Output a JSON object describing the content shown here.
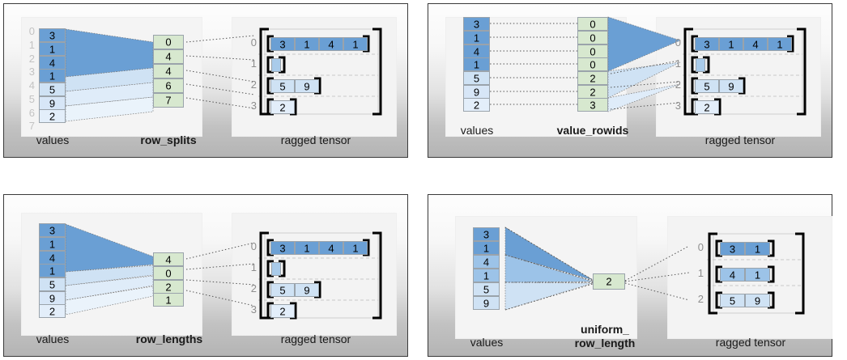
{
  "meta": {
    "title": "RaggedTensor encodings",
    "colors": {
      "blue_dark": "#6a9fd4",
      "blue_mid": "#9cc3e8",
      "blue_light": "#cfe2f4",
      "blue_lightest": "#e3eefa",
      "green_cell": "#d7e8cf",
      "cell_border": "#9aa3ab",
      "panel_border": "#3a3a3a",
      "index_gray": "#c3c3c3",
      "row_index_gray": "#8e8e8e"
    }
  },
  "panels": [
    {
      "id": "row-splits",
      "values_label": "values",
      "encoding_label": "row_splits",
      "encoding_label_bold": true,
      "tensor_label": "ragged tensor",
      "values": [
        3,
        1,
        4,
        1,
        5,
        9,
        2
      ],
      "value_indices": [
        "0",
        "1",
        "2",
        "3",
        "4",
        "5",
        "6",
        "7"
      ],
      "show_value_indices": true,
      "encoding_values": [
        "0",
        "4",
        "4",
        "6",
        "7"
      ],
      "ragged_row_indices": [
        "0",
        "1",
        "2",
        "3"
      ],
      "ragged_rows": [
        [
          3,
          1,
          4,
          1
        ],
        [],
        [
          5,
          9
        ],
        [
          2
        ]
      ]
    },
    {
      "id": "value-rowids",
      "values_label": "values",
      "encoding_label": "value_rowids",
      "encoding_label_bold": true,
      "tensor_label": "ragged tensor",
      "values": [
        3,
        1,
        4,
        1,
        5,
        9,
        2
      ],
      "value_indices": [],
      "show_value_indices": false,
      "encoding_values": [
        "0",
        "0",
        "0",
        "0",
        "2",
        "2",
        "3"
      ],
      "ragged_row_indices": [
        "0",
        "1",
        "2",
        "3"
      ],
      "ragged_rows": [
        [
          3,
          1,
          4,
          1
        ],
        [],
        [
          5,
          9
        ],
        [
          2
        ]
      ]
    },
    {
      "id": "row-lengths",
      "values_label": "values",
      "encoding_label": "row_lengths",
      "encoding_label_bold": true,
      "tensor_label": "ragged tensor",
      "values": [
        3,
        1,
        4,
        1,
        5,
        9,
        2
      ],
      "value_indices": [],
      "show_value_indices": false,
      "encoding_values": [
        "4",
        "0",
        "2",
        "1"
      ],
      "ragged_row_indices": [
        "0",
        "1",
        "2",
        "3"
      ],
      "ragged_rows": [
        [
          3,
          1,
          4,
          1
        ],
        [],
        [
          5,
          9
        ],
        [
          2
        ]
      ]
    },
    {
      "id": "uniform-row-length",
      "values_label": "values",
      "encoding_label": "uniform_\nrow_length",
      "encoding_label_line1": "uniform_",
      "encoding_label_line2": "row_length",
      "encoding_label_bold": true,
      "tensor_label": "ragged tensor",
      "values": [
        3,
        1,
        4,
        1,
        5,
        9
      ],
      "value_indices": [],
      "show_value_indices": false,
      "encoding_values": [
        "2"
      ],
      "ragged_row_indices": [
        "0",
        "1",
        "2"
      ],
      "ragged_rows": [
        [
          3,
          1
        ],
        [
          4,
          1
        ],
        [
          5,
          9
        ]
      ]
    }
  ]
}
